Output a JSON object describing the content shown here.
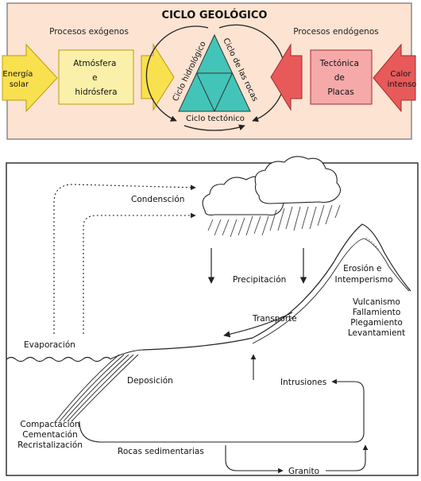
{
  "top_panel": {
    "title": "CICLO GEOLÓGICO",
    "left_heading": "Procesos exógenos",
    "right_heading": "Procesos endógenos",
    "left_arrow_label": [
      "Energía",
      "solar"
    ],
    "left_box_label": [
      "Atmósfera",
      "e",
      "hidrósfera"
    ],
    "right_arrow_label": [
      "Calor",
      "intenso"
    ],
    "right_box_label": [
      "Tectónica",
      "de",
      "Placas"
    ],
    "triangle_left_label": "Ciclo hidrológico",
    "triangle_right_label": "Ciclo de las rocas",
    "triangle_bottom_label": "Ciclo tectónico",
    "colors": {
      "panel_bg": "#fce3d2",
      "yellow_fill": "#f9e04f",
      "yellow_box": "#fbf0a9",
      "red_fill": "#e85a5a",
      "red_box": "#f5a9a9",
      "triangle": "#43c4b8"
    }
  },
  "bottom_panel": {
    "condensation": "Condensción",
    "precipitation": "Precipitación",
    "erosion": [
      "Erosión e",
      "Intemperismo"
    ],
    "transport": "Transporte",
    "evaporation": "Evaporación",
    "tectonic_processes": [
      "Vulcanismo",
      "Fallamiento",
      "Plegamiento",
      "Levantamient"
    ],
    "deposition": "Deposición",
    "intrusions": "Intrusiones",
    "diagenesis": [
      "Compactación",
      "Cementación",
      "Recristalización"
    ],
    "sedimentary_rocks": "Rocas sedimentarias",
    "granite": "Granito"
  }
}
